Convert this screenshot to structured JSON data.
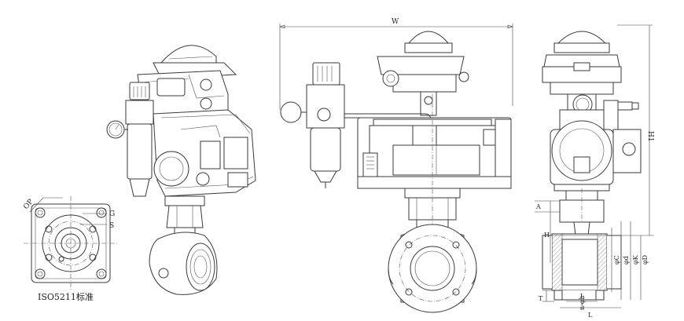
{
  "caption": "ISO5211标准",
  "flange_labels": {
    "op": "OP",
    "g": "G",
    "s": "S"
  },
  "dimensions": {
    "w": "W",
    "h1": "H1",
    "a": "A",
    "h": "H",
    "c": "φC",
    "d": "φd",
    "k": "φK",
    "d_outer": "φD",
    "l": "L",
    "t": "T",
    "n_phi_h": "n-φh",
    "l2": "L"
  }
}
